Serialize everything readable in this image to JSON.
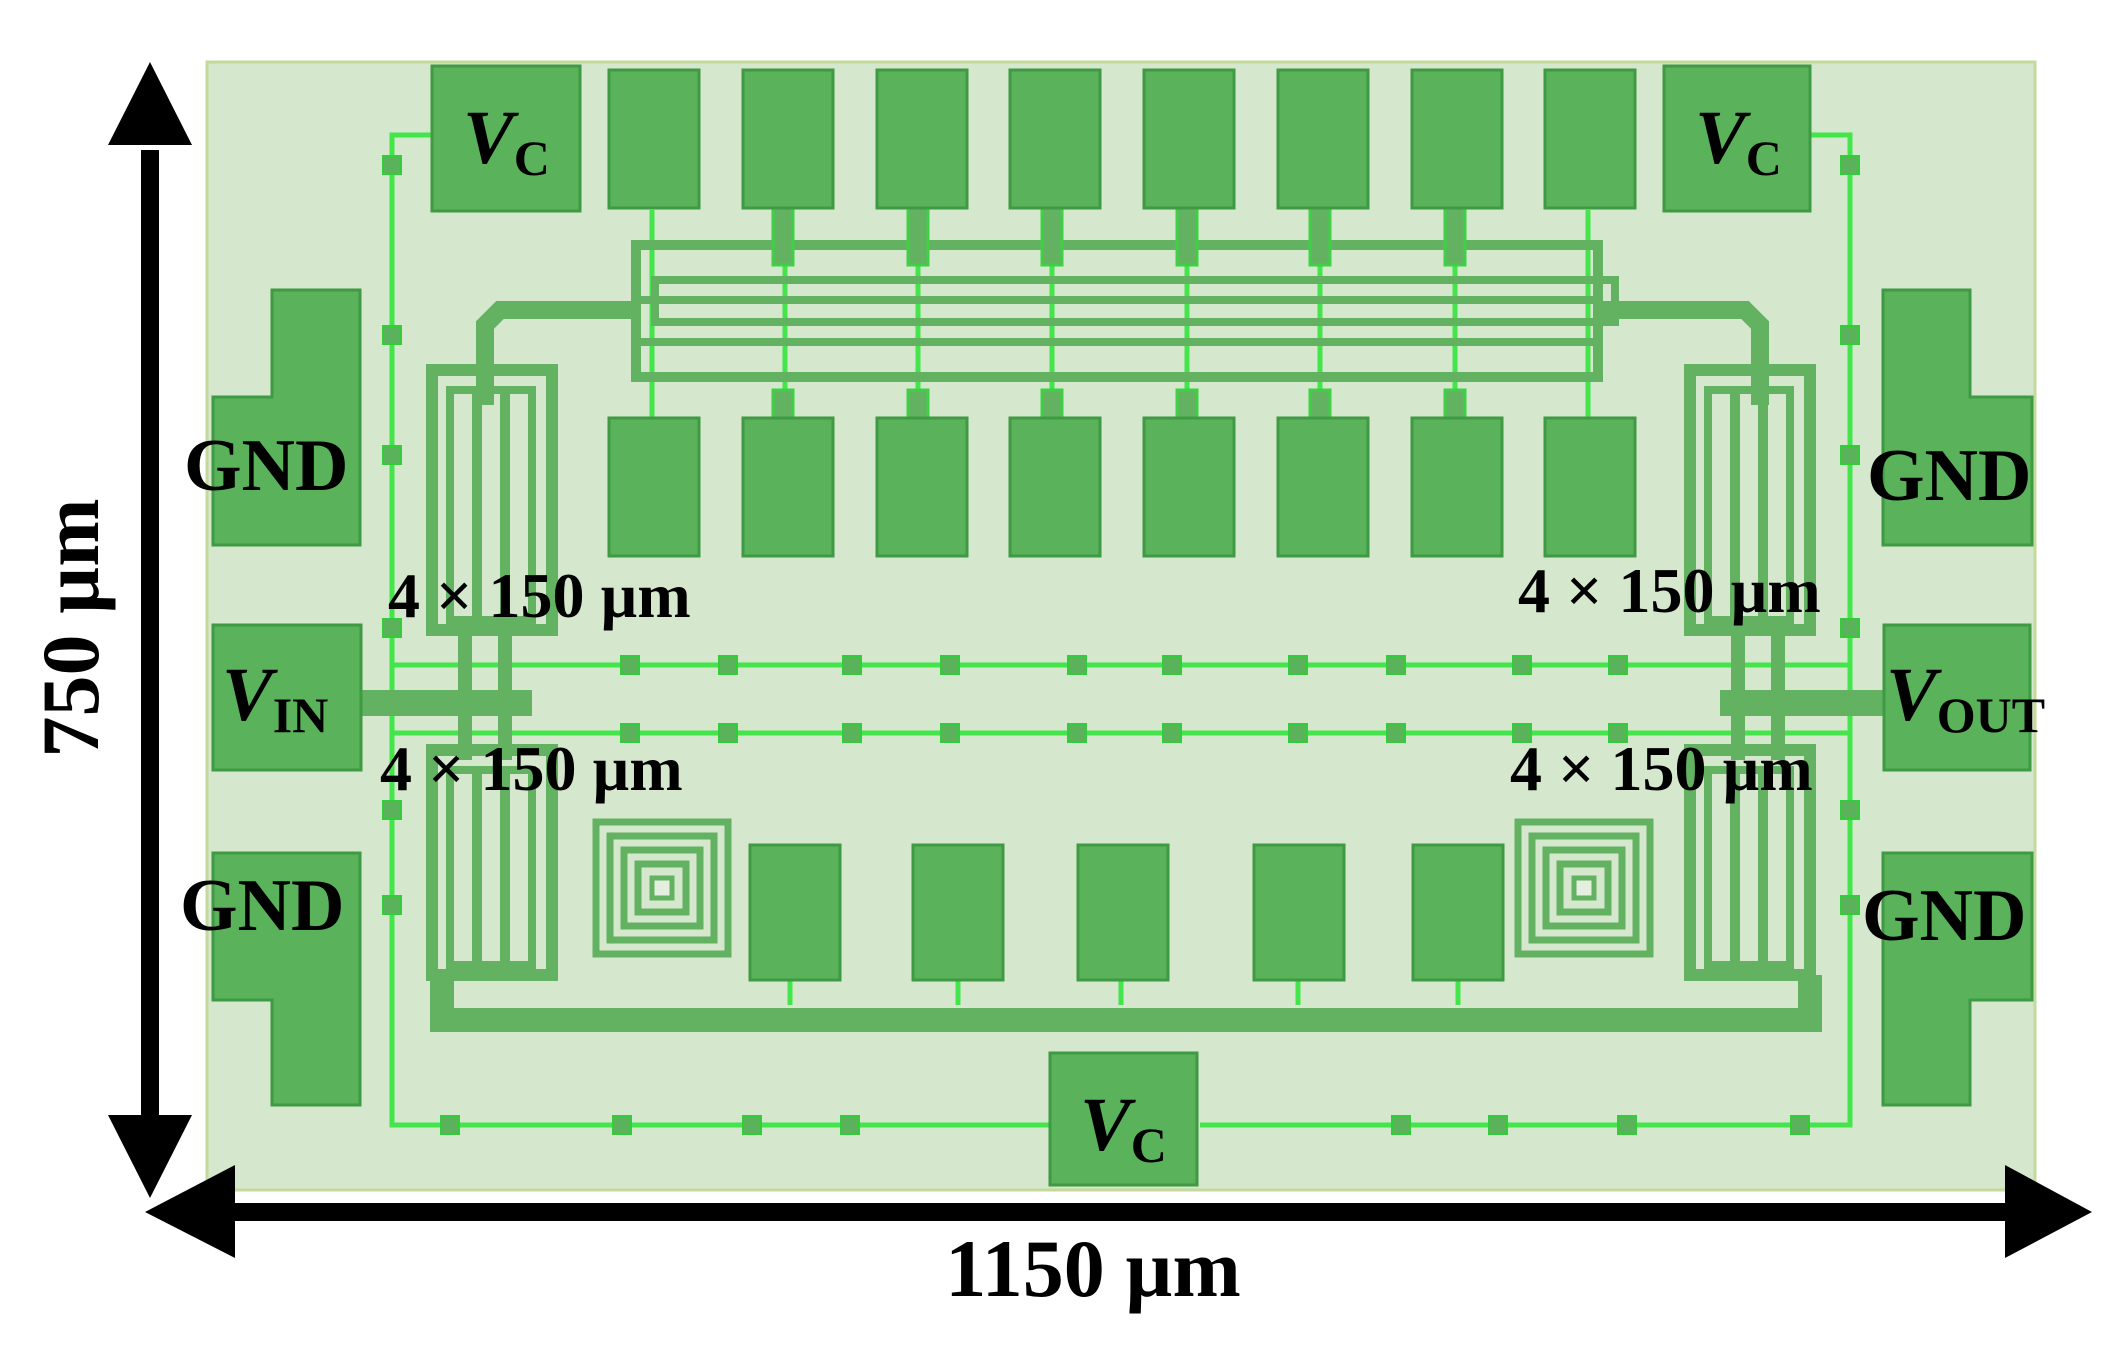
{
  "labels": {
    "vc_prefix": "V",
    "vc_sub": "C",
    "vin_prefix": "V",
    "vin_sub": "IN",
    "vout_prefix": "V",
    "vout_sub": "OUT",
    "gnd": "GND",
    "transistor_size": "4 × 150 µm"
  },
  "dimensions": {
    "height": "750 µm",
    "width": "1150 µm"
  },
  "colors": {
    "substrate": "#d5e7cd",
    "substrate_border": "#c4da9c",
    "pad": "#5ab25b",
    "pad_edge": "#3f9a44",
    "trace": "#44e54a",
    "metal": "#62b262",
    "arrow": "#000000"
  }
}
